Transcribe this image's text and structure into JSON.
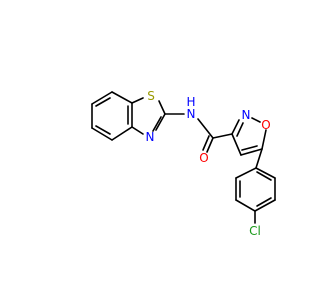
{
  "colors": {
    "background": "#ffffff",
    "bond": "#000000",
    "sulfur": "#9a9a00",
    "nitrogen": "#0000ff",
    "oxygen": "#ff0000",
    "chlorine": "#1a9a1a"
  },
  "atoms": {
    "benzothiazole_s": "S",
    "benzothiazole_n": "N",
    "amide_nh": "N",
    "amide_h": "H",
    "isoxazole_n": "N",
    "isoxazole_o": "O",
    "carbonyl_o": "O",
    "chlorine": "Cl"
  }
}
